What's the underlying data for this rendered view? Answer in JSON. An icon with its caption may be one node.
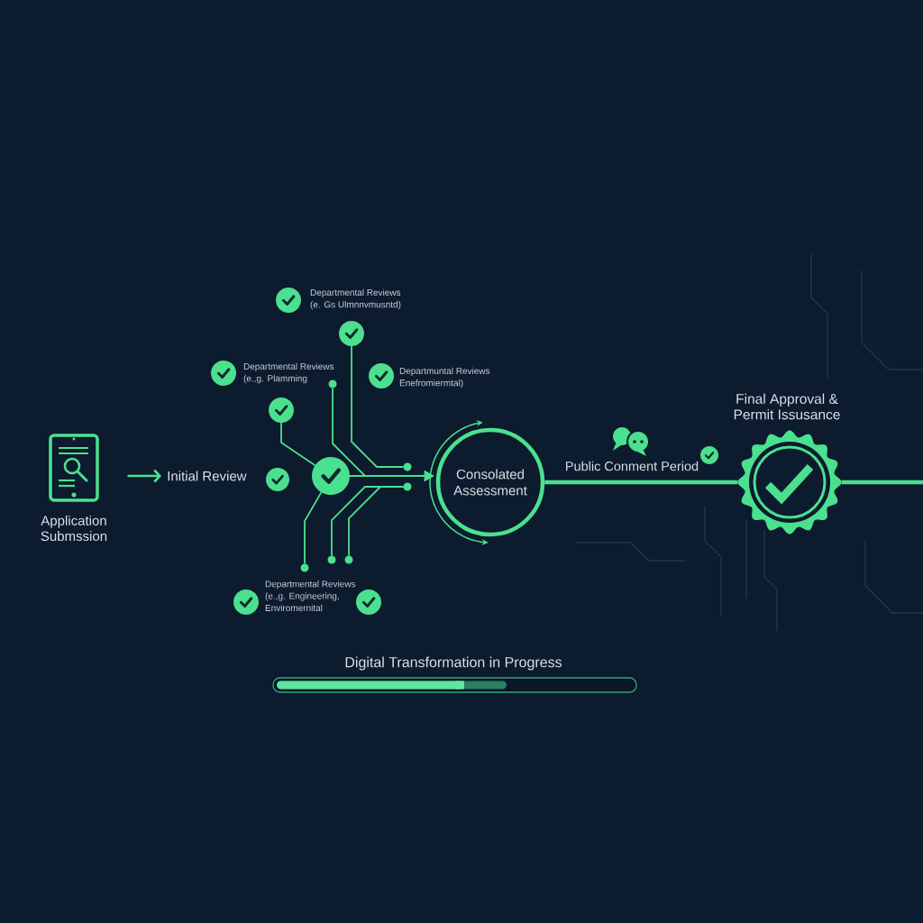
{
  "diagram": {
    "nodes": [
      {
        "text": [
          "Application Submssion"
        ]
      },
      {
        "text": [
          "Initial Review"
        ]
      },
      {
        "text": [
          "Departmental Reviews (e. Gs Ulmnnvmusntd)"
        ]
      },
      {
        "text": [
          "Departmental Reviews (e.,g. Plamming"
        ]
      },
      {
        "text": [
          "Departmuntal Reviews Enefromiermtal)"
        ]
      },
      {
        "text": [
          "Departmental Reviews (e.,g. Engineering, Enviromernital"
        ]
      },
      {
        "text": [],
        "shape": "circle"
      },
      {
        "text": [],
        "shape": "circle"
      },
      {
        "text": [],
        "shape": "circle"
      },
      {
        "text": [
          "Consolated Assessment"
        ]
      },
      {
        "text": [
          "Final Approval & Permit Issusance"
        ]
      },
      {
        "text": [],
        "shape": "circle"
      },
      {
        "text": [],
        "shape": "circle"
      },
      {
        "text": [],
        "shape": "circle"
      },
      {
        "text": [],
        "shape": "circle"
      },
      {
        "text": [],
        "shape": "circle"
      },
      {
        "text": [],
        "shape": "circle"
      }
    ],
    "edges": [
      {
        "from": 0,
        "to": 1,
        "arrow": "to"
      },
      {
        "from": 7,
        "to": 8,
        "arrow": "none"
      },
      {
        "from": 6,
        "to": 11,
        "arrow": "none"
      },
      {
        "from": 8,
        "to": 9,
        "arrow": "to"
      },
      {
        "from": 14,
        "to": 12,
        "arrow": "none"
      },
      {
        "from": 9,
        "to": 10,
        "arrow": "none",
        "label": "Public Conment Period",
        "style": "thick"
      },
      {
        "from": 10,
        "to": null,
        "arrow": "none",
        "style": "thick"
      },
      {
        "from": 13,
        "to": 9,
        "arrow": "to"
      },
      {
        "from": 16,
        "to": 8,
        "arrow": "none"
      },
      {
        "from": 15,
        "to": 12,
        "arrow": "none"
      }
    ],
    "labels": [
      "Digital Transformation in Progress"
    ]
  }
}
